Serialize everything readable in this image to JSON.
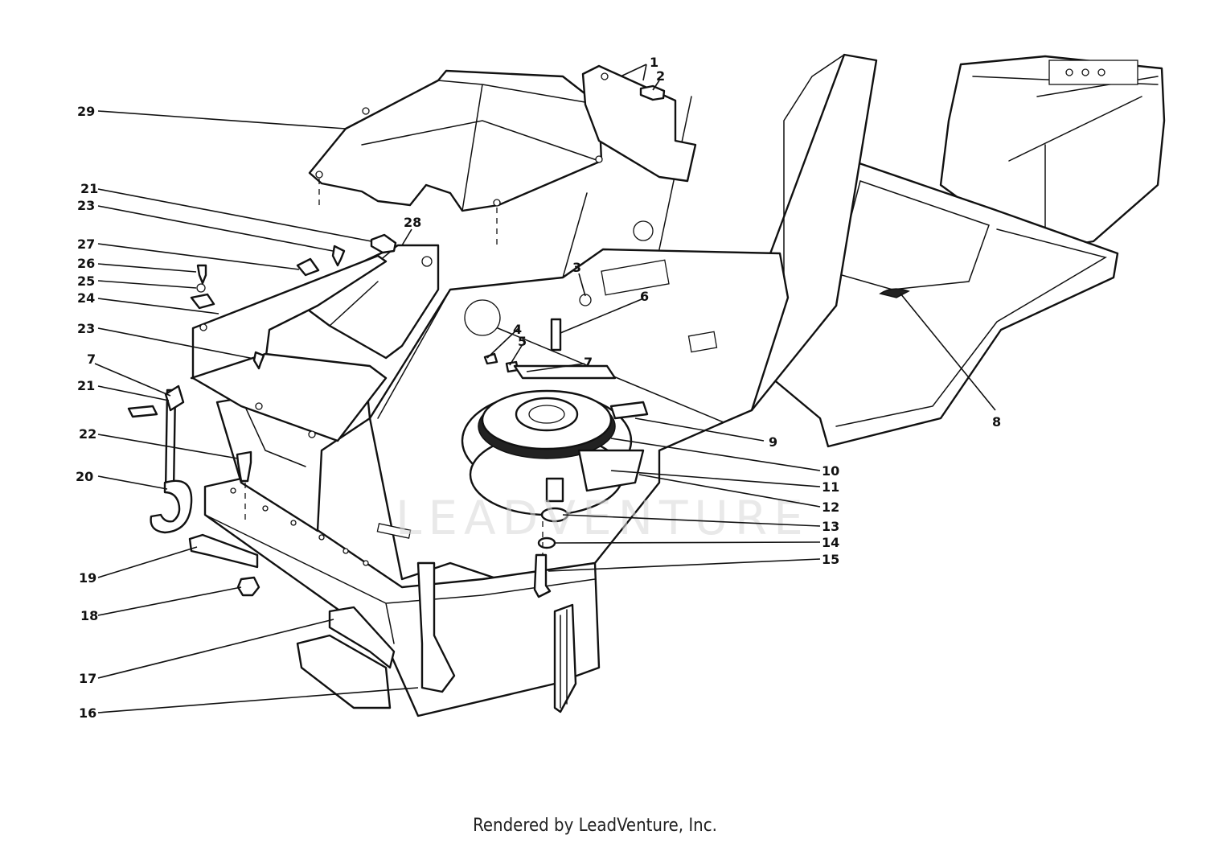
{
  "diagram": {
    "watermark": "LEADVENTURE",
    "footer": "Rendered by LeadVenture, Inc.",
    "callouts": [
      {
        "id": "c1",
        "label": "1"
      },
      {
        "id": "c2",
        "label": "2"
      },
      {
        "id": "c3",
        "label": "3"
      },
      {
        "id": "c4",
        "label": "4"
      },
      {
        "id": "c5",
        "label": "5"
      },
      {
        "id": "c6",
        "label": "6"
      },
      {
        "id": "c7a",
        "label": "7"
      },
      {
        "id": "c7b",
        "label": "7"
      },
      {
        "id": "c8",
        "label": "8"
      },
      {
        "id": "c9",
        "label": "9"
      },
      {
        "id": "c10",
        "label": "10"
      },
      {
        "id": "c11",
        "label": "11"
      },
      {
        "id": "c12",
        "label": "12"
      },
      {
        "id": "c13",
        "label": "13"
      },
      {
        "id": "c14",
        "label": "14"
      },
      {
        "id": "c15",
        "label": "15"
      },
      {
        "id": "c16",
        "label": "16"
      },
      {
        "id": "c17",
        "label": "17"
      },
      {
        "id": "c18",
        "label": "18"
      },
      {
        "id": "c19",
        "label": "19"
      },
      {
        "id": "c20",
        "label": "20"
      },
      {
        "id": "c21a",
        "label": "21"
      },
      {
        "id": "c21b",
        "label": "21"
      },
      {
        "id": "c22",
        "label": "22"
      },
      {
        "id": "c23a",
        "label": "23"
      },
      {
        "id": "c23b",
        "label": "23"
      },
      {
        "id": "c24",
        "label": "24"
      },
      {
        "id": "c25",
        "label": "25"
      },
      {
        "id": "c26",
        "label": "26"
      },
      {
        "id": "c27",
        "label": "27"
      },
      {
        "id": "c28",
        "label": "28"
      },
      {
        "id": "c29",
        "label": "29"
      }
    ]
  }
}
